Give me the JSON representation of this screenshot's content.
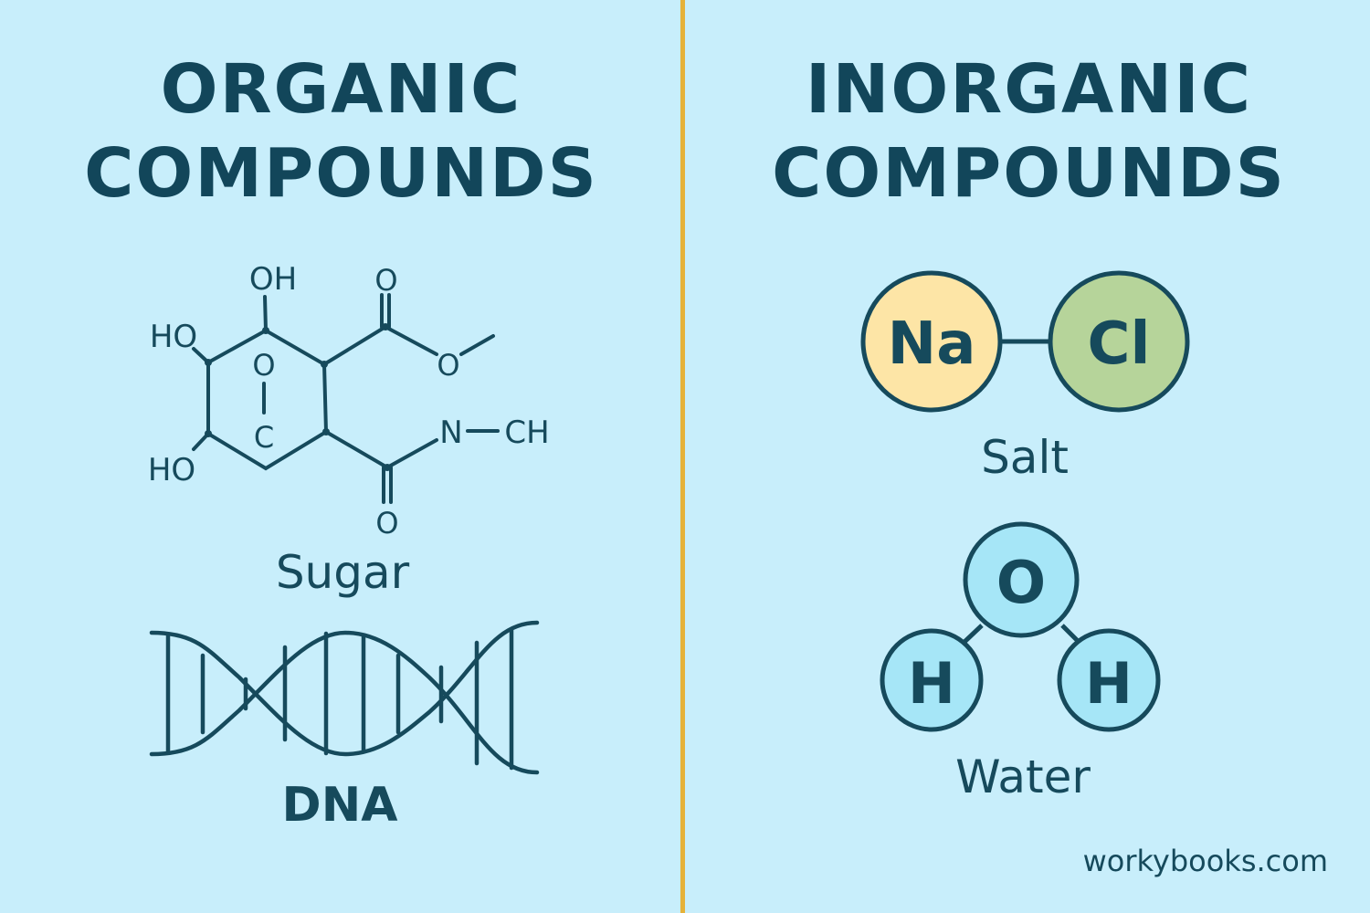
{
  "colors": {
    "background": "#c8eefb",
    "divider": "#e5b23a",
    "ink": "#164a5c",
    "sodium": "#fde5a6",
    "chlorine": "#b6d49a",
    "water_atom": "#a6e6f7"
  },
  "organic": {
    "heading_line1": "ORGANIC",
    "heading_line2": "COMPOUNDS",
    "sugar": {
      "label": "Sugar",
      "atoms": {
        "oh_top": "OH",
        "ho_upper": "HO",
        "ho_lower": "HO",
        "ring_o": "O",
        "ring_c": "C",
        "carbonyl_o_top": "O",
        "ester_o": "O",
        "amine": "N",
        "methyl": "CH",
        "carbonyl_o_bottom": "O"
      }
    },
    "dna": {
      "label": "DNA",
      "icon": "dna-helix-icon"
    }
  },
  "inorganic": {
    "heading_line1": "INORGANIC",
    "heading_line2": "COMPOUNDS",
    "salt": {
      "label": "Salt",
      "atom1": "Na",
      "atom2": "Cl"
    },
    "water": {
      "label": "Water",
      "center": "O",
      "left": "H",
      "right": "H"
    }
  },
  "footer": {
    "site": "workybooks.com"
  }
}
